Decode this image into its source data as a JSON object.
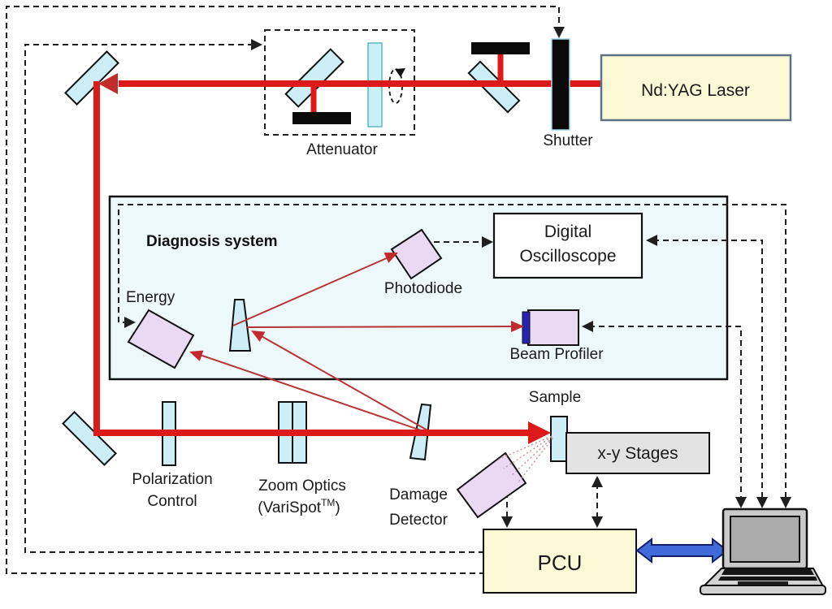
{
  "colors": {
    "beam_red": "#dd1a1a",
    "signal_red": "#b63434",
    "optic_cyan": "#cdeef6",
    "detector_pink": "#e9d9f3",
    "box_yellow": "#fbf8d5",
    "stage_gray": "#e3e3e3",
    "diagnosis_bg": "#edf8fa",
    "arrow_blue": "#3f6ad8",
    "laser_border": "#5a7487",
    "dashed_line_black": "#1f1f1f",
    "profiler_stripe_blue": "#2424b0"
  },
  "labels": {
    "laser": "Nd:YAG Laser",
    "shutter": "Shutter",
    "attenuator": "Attenuator",
    "diagnosis_title": "Diagnosis system",
    "energy": "Energy",
    "photodiode": "Photodiode",
    "oscilloscope_line1": "Digital",
    "oscilloscope_line2": "Oscilloscope",
    "beam_profiler": "Beam Profiler",
    "sample": "Sample",
    "xy_stages": "x-y Stages",
    "polarization_line1": "Polarization",
    "polarization_line2": "Control",
    "zoom_optics_line1": "Zoom Optics",
    "zoom_optics_line2_pre": "(VariSpot",
    "zoom_optics_line2_sup": "TM",
    "zoom_optics_line2_post": ")",
    "damage_line1": "Damage",
    "damage_line2": "Detector",
    "pcu": "PCU"
  }
}
